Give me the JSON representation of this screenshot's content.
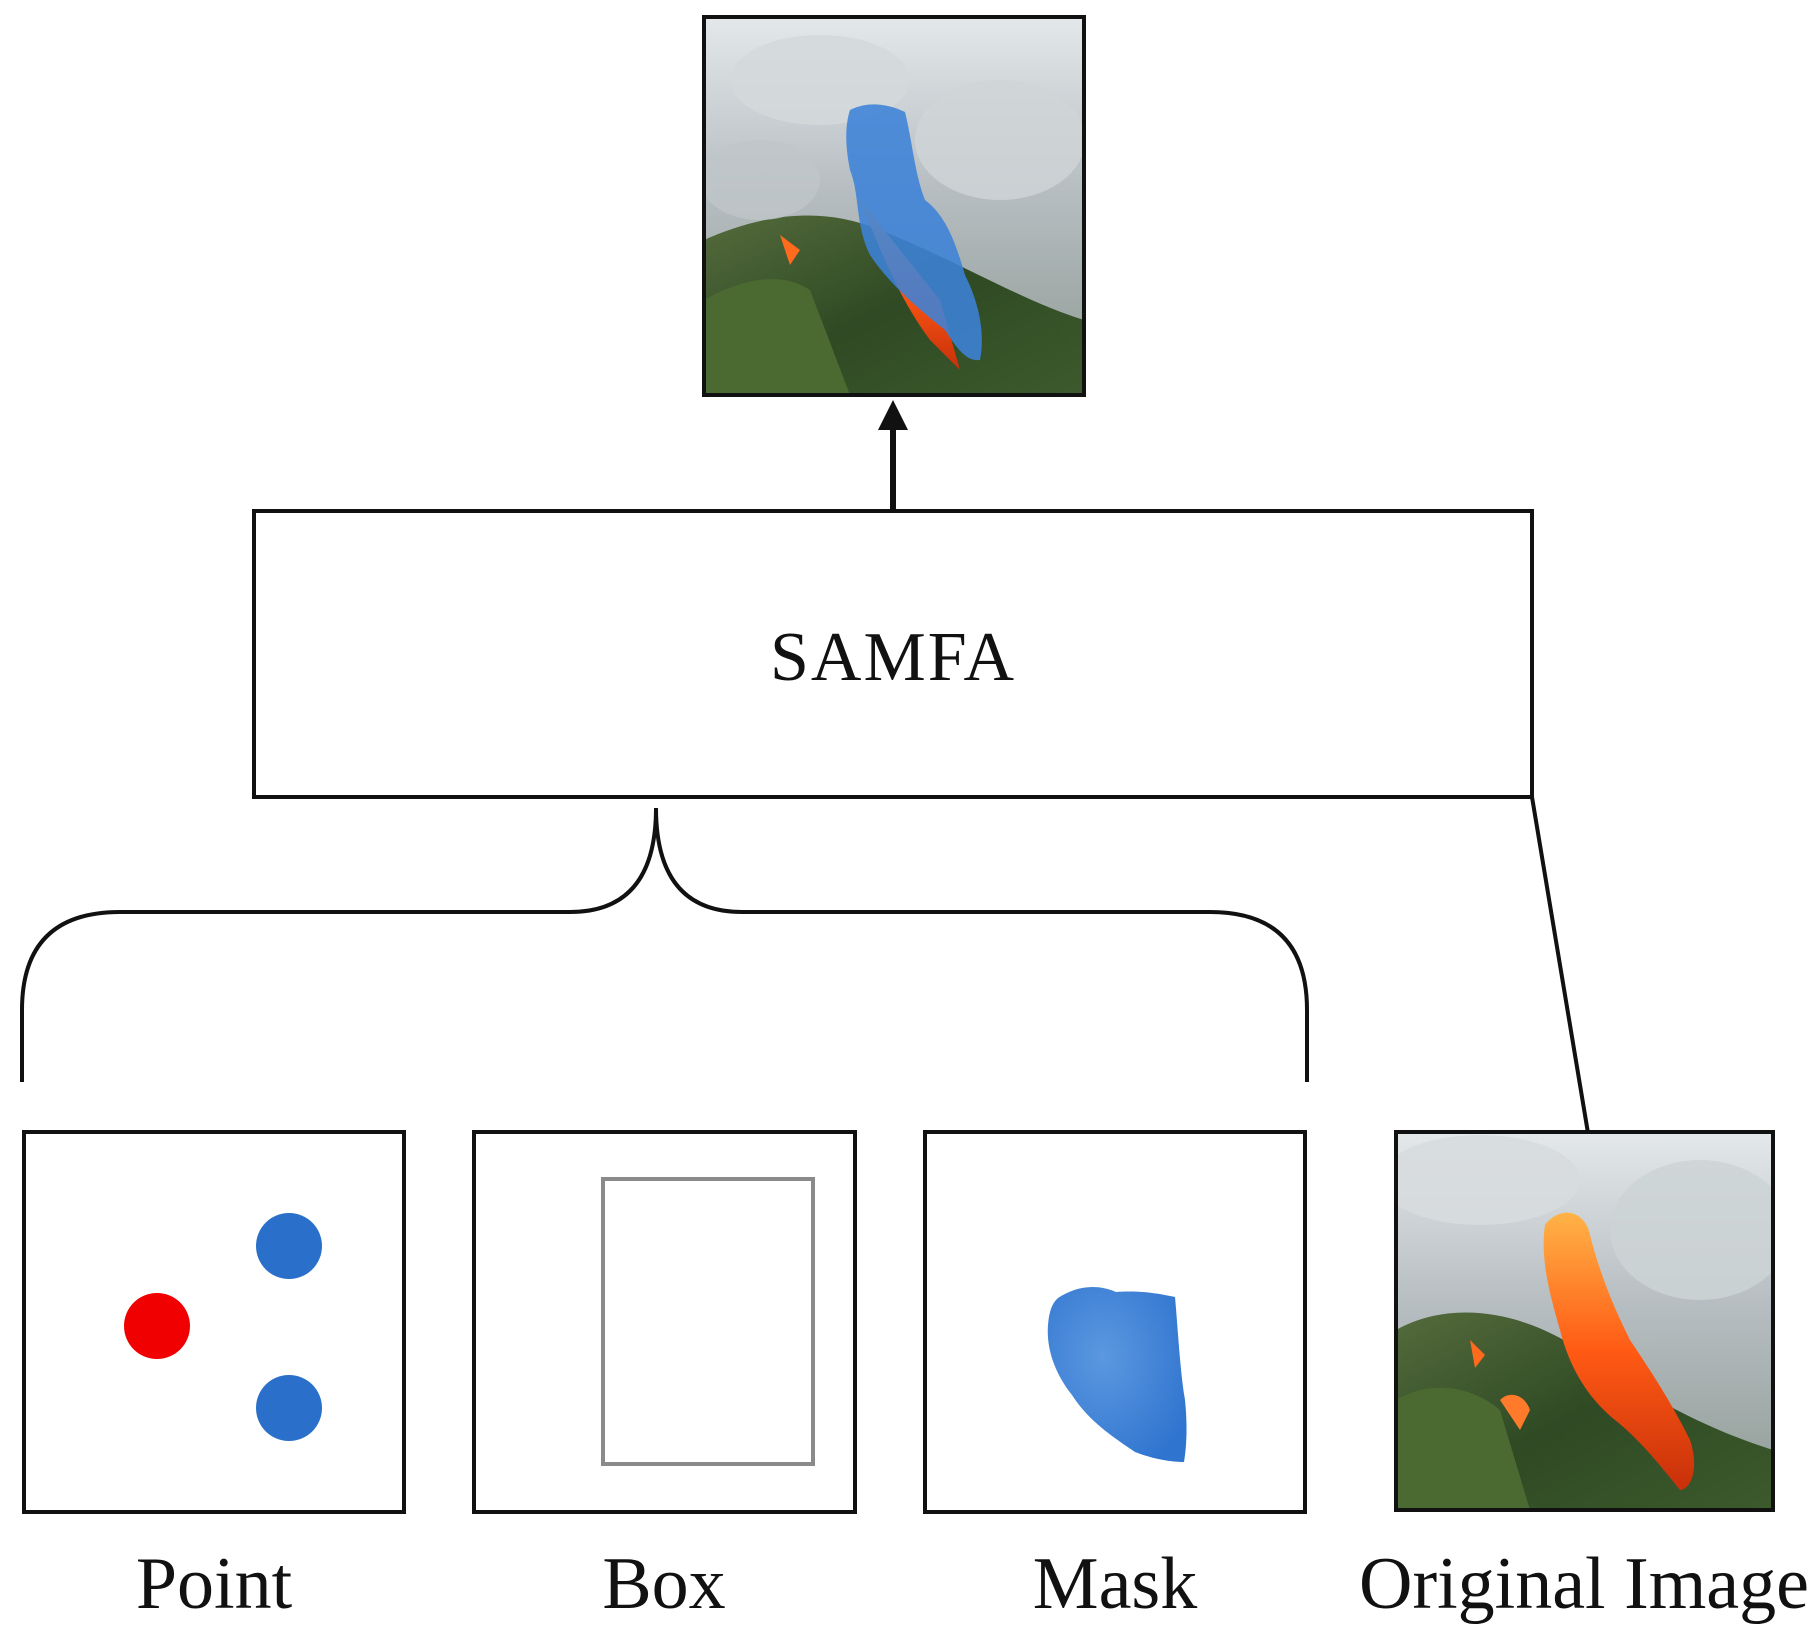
{
  "model": {
    "name": "SAMFA"
  },
  "prompts": [
    {
      "label": "Point"
    },
    {
      "label": "Box"
    },
    {
      "label": "Mask"
    }
  ],
  "input_image": {
    "label": "Original Image"
  },
  "colors": {
    "stroke": "#111111",
    "positive_point": "#2a6fc9",
    "negative_point": "#f00000",
    "box_outline": "#8a8a8a",
    "mask_fill": "#3c82d8",
    "fire": "#ff5a14",
    "smoke": "#c9cfd2",
    "forest": "#2e4a23"
  }
}
